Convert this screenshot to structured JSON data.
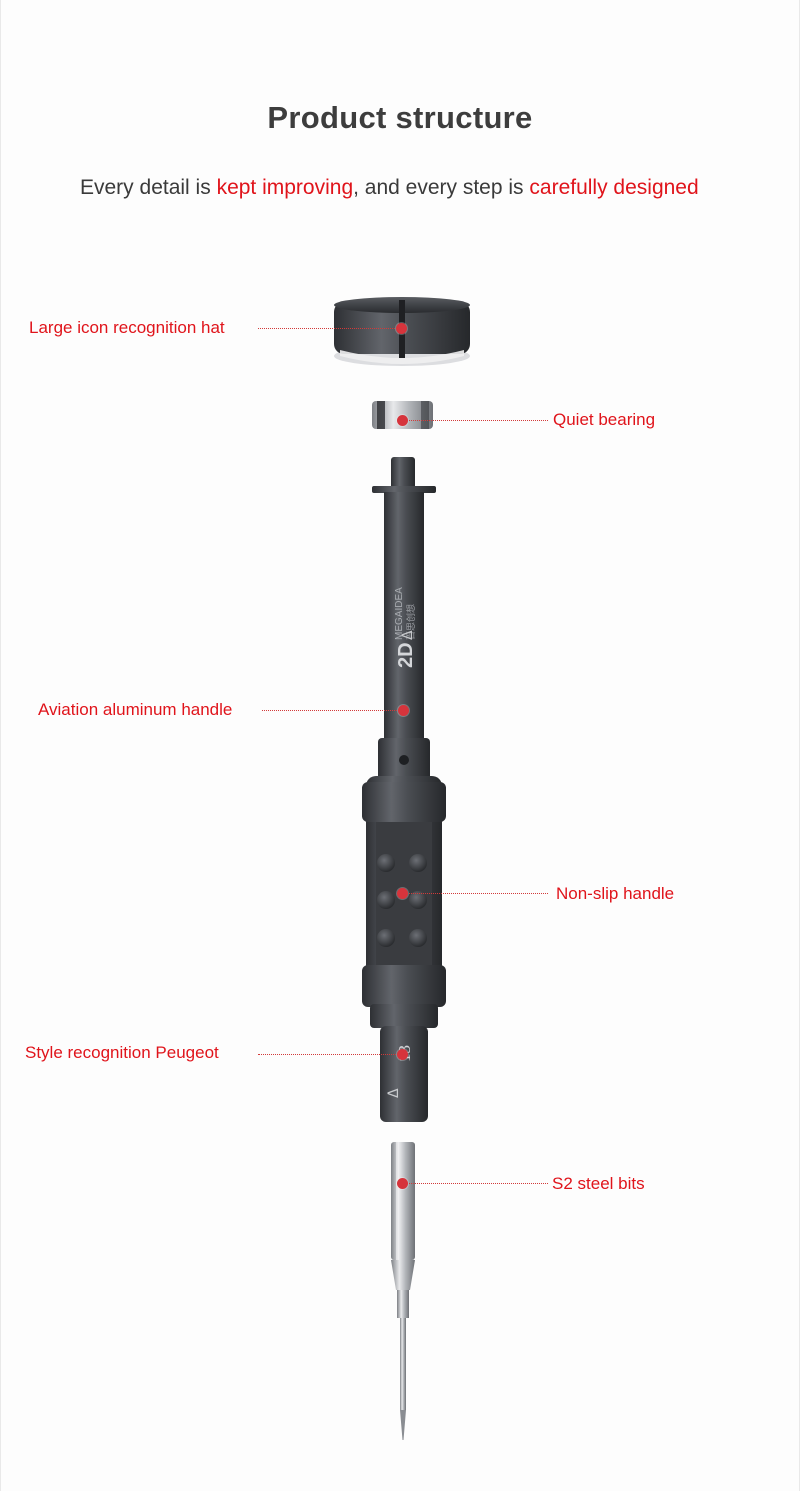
{
  "header": {
    "title": "Product structure",
    "subtitle": {
      "part1": "Every detail is ",
      "highlight1": "kept improving",
      "part2": ", and every step is ",
      "highlight2": "carefully designed"
    }
  },
  "product": {
    "handle_brand": "MEGAIDEA",
    "handle_brand_cn": "百思创想",
    "handle_series": "2D",
    "handle_series_icon": "Δ",
    "bit_size": "13"
  },
  "callouts": {
    "hat": "Large icon recognition hat",
    "bearing": "Quiet bearing",
    "aluminum": "Aviation aluminum handle",
    "nonslip": "Non-slip handle",
    "peugeot": "Style recognition Peugeot",
    "bits": "S2 steel bits"
  },
  "colors": {
    "accent": "#e0141b",
    "title": "#3d3d3d",
    "body_text": "#3a3a3a",
    "metal_dark": "#3e4044",
    "metal_light": "#b9bcc0"
  }
}
